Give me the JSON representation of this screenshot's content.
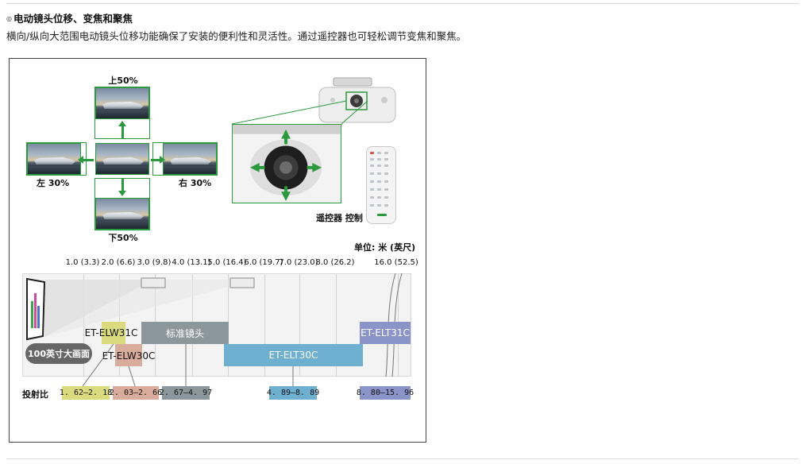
{
  "section": {
    "bullet": "◎",
    "title": "电动镜头位移、变焦和聚焦",
    "description": "横向/纵向大范围电动镜头位移功能确保了安装的便利性和灵活性。通过遥控器也可轻松调节变焦和聚焦。"
  },
  "shift_diagram": {
    "up_label": "上50%",
    "down_label": "下50%",
    "left_label": "左 30%",
    "right_label": "右 30%",
    "shift_color": "#2b9a3e"
  },
  "remote_label": "遥控器 控制",
  "unit_label": "单位: 米 (英尺)",
  "chart_data": {
    "type": "table",
    "distances": [
      "1.0 (3.3)",
      "2.0 (6.6)",
      "3.0 (9.8)",
      "4.0 (13.1)",
      "5.0 (16.4)",
      "6.0 (19.7)",
      "7.0 (23.0)",
      "8.0 (26.2)",
      "16.0 (52.5)"
    ],
    "screen_label": "100英寸大画面",
    "lenses": [
      {
        "name": "ET-ELW31C",
        "ratio": "1. 62–2. 18",
        "color": "#dadb7e"
      },
      {
        "name": "ET-ELW30C",
        "ratio": "2. 03–2. 66",
        "color": "#d9ac9b"
      },
      {
        "name": "标准镜头",
        "ratio": "2. 67–4. 97",
        "color": "#8c979d"
      },
      {
        "name": "ET-ELT30C",
        "ratio": "4. 89–8. 89",
        "color": "#6fb0d1"
      },
      {
        "name": "ET-ELT31C",
        "ratio": "8. 80–15. 96",
        "color": "#8a94c9"
      }
    ],
    "ratio_axis_label": "投射比"
  }
}
